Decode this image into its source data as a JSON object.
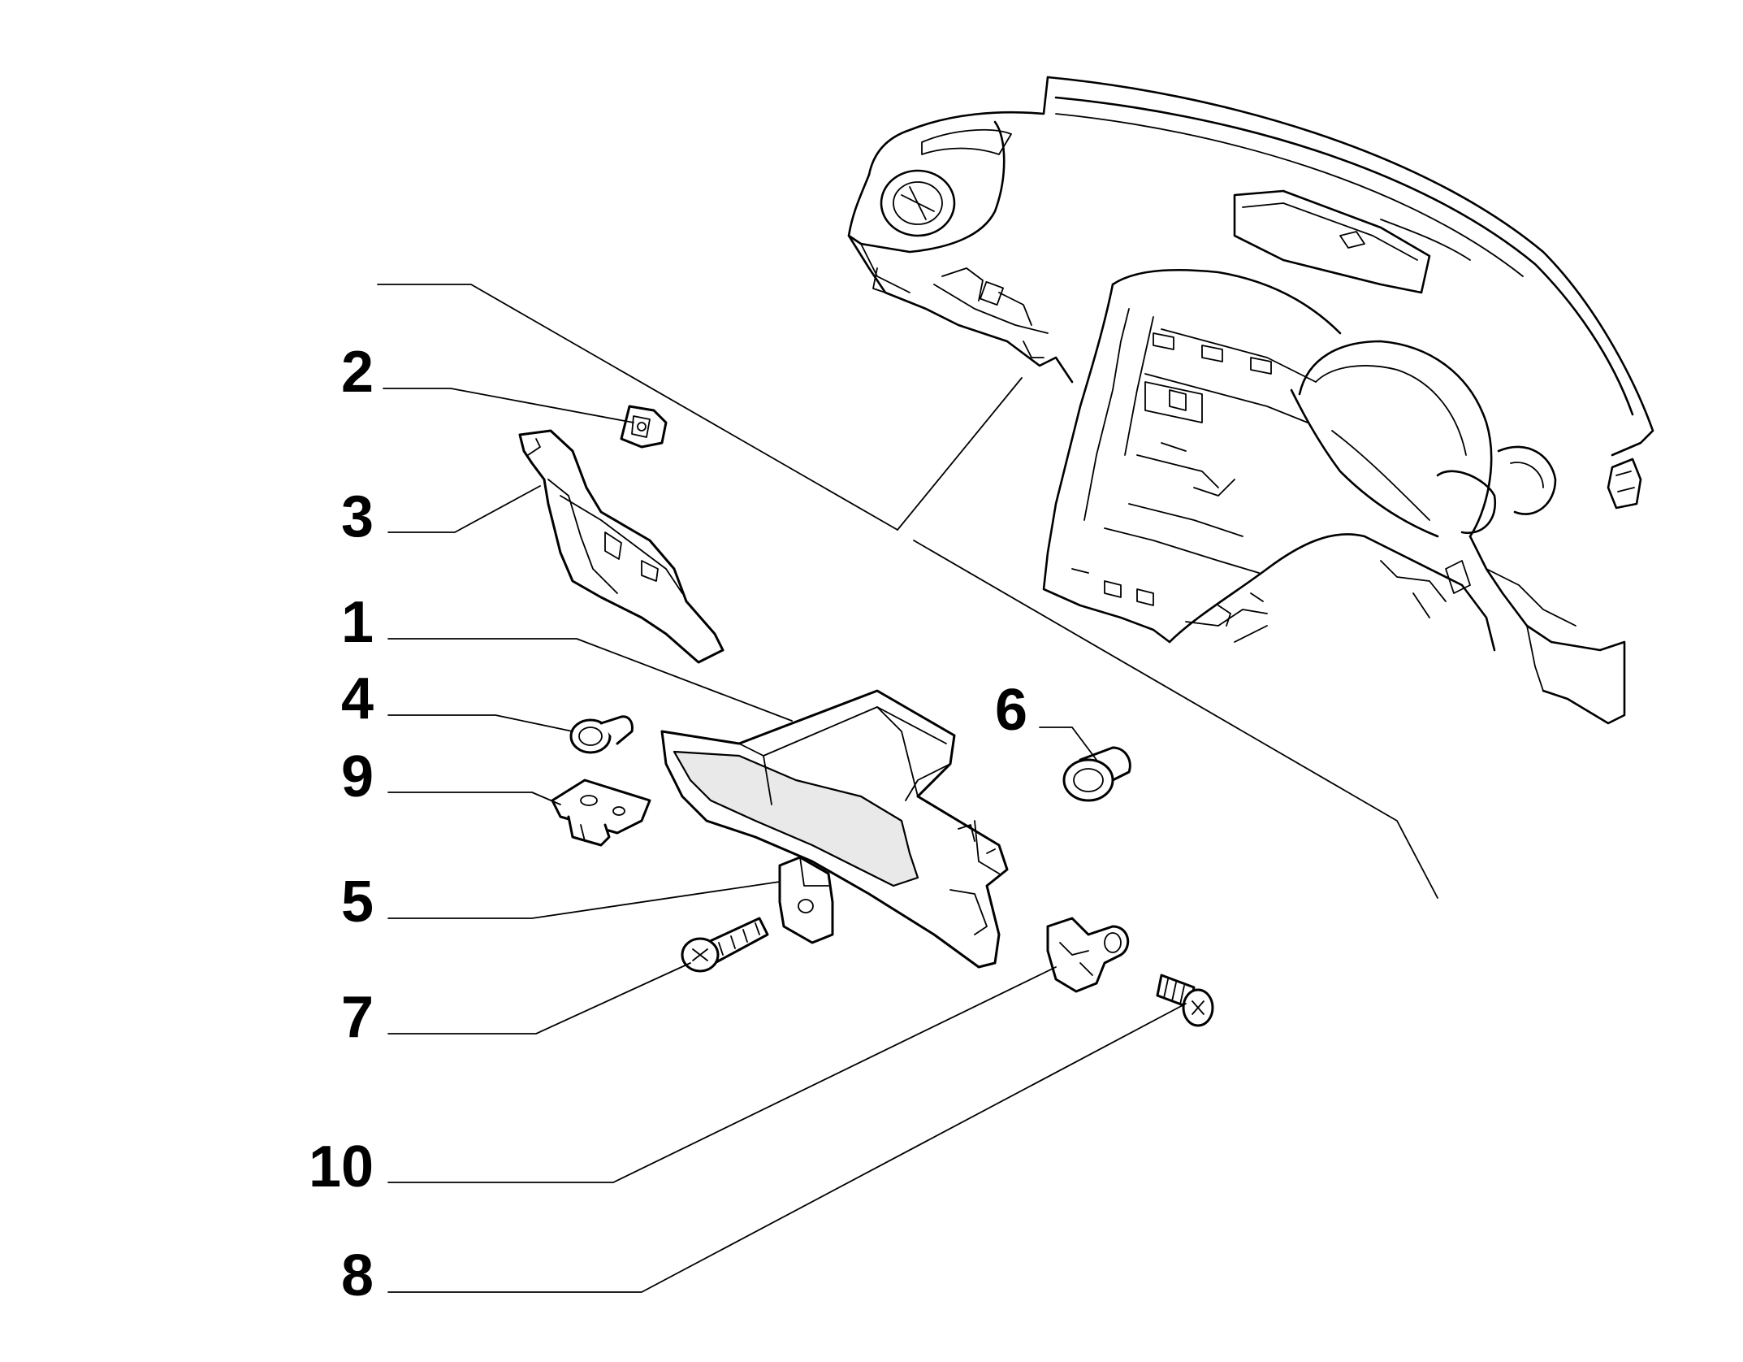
{
  "callouts": [
    {
      "id": "1",
      "label": "1"
    },
    {
      "id": "2",
      "label": "2"
    },
    {
      "id": "3",
      "label": "3"
    },
    {
      "id": "4",
      "label": "4"
    },
    {
      "id": "5",
      "label": "5"
    },
    {
      "id": "6",
      "label": "6"
    },
    {
      "id": "7",
      "label": "7"
    },
    {
      "id": "8",
      "label": "8"
    },
    {
      "id": "9",
      "label": "9"
    },
    {
      "id": "10",
      "label": "10"
    }
  ],
  "colors": {
    "ink": "#000000",
    "paper": "#ffffff",
    "shade": "#e9e9e9"
  }
}
